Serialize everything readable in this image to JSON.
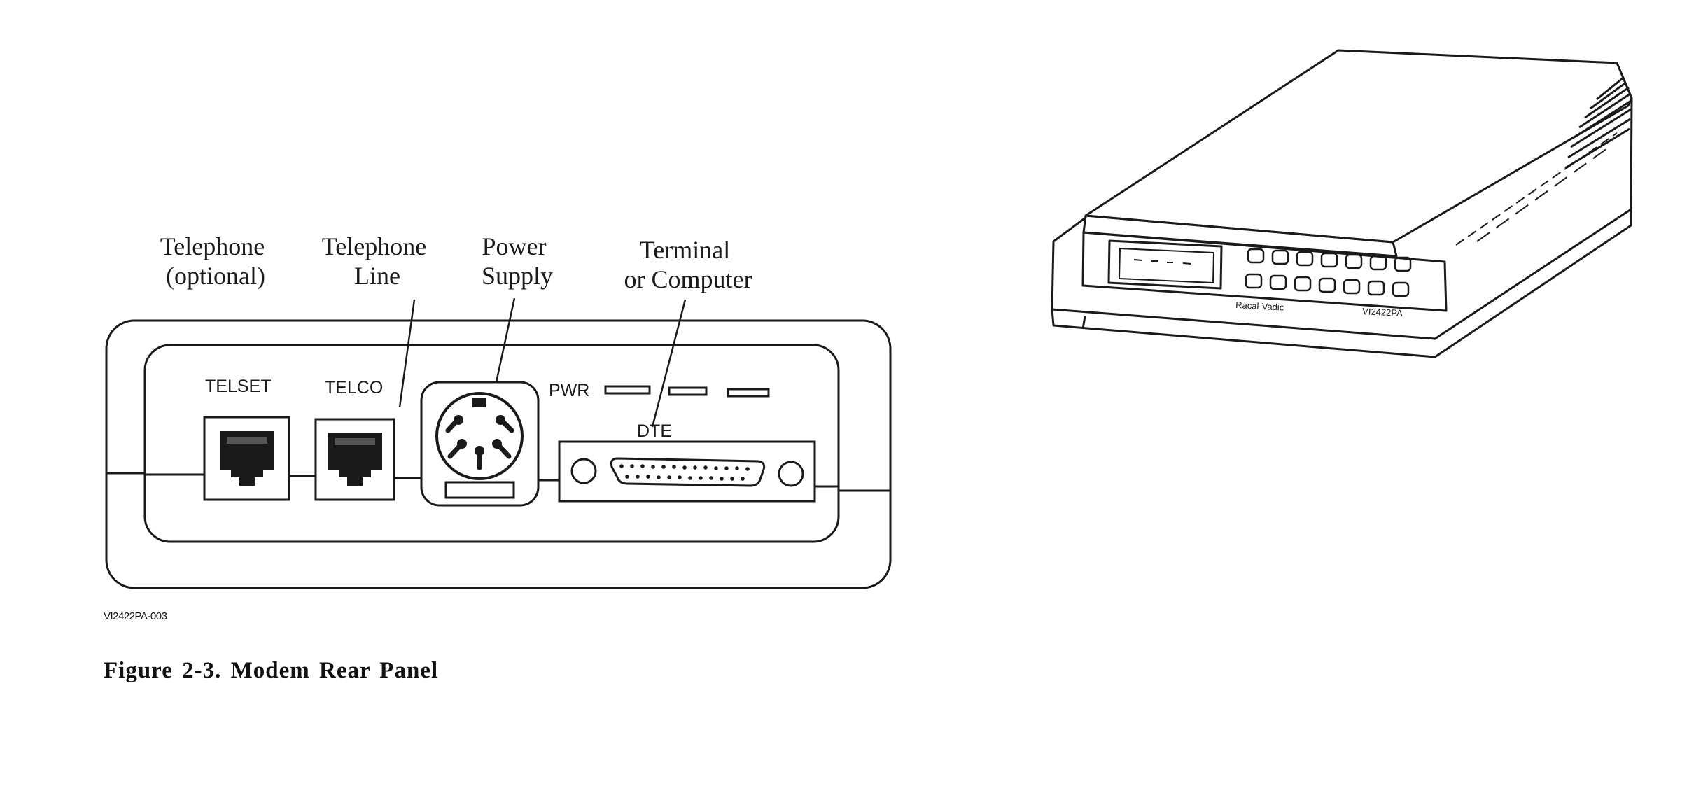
{
  "callouts": {
    "telephone_optional": [
      "Telephone",
      "(optional)"
    ],
    "telephone_line": [
      "Telephone",
      "Line"
    ],
    "power_supply": [
      "Power",
      "Supply"
    ],
    "terminal_computer": [
      "Terminal",
      "or Computer"
    ]
  },
  "panel": {
    "telset_label": "TELSET",
    "telco_label": "TELCO",
    "pwr_label": "PWR",
    "dte_label": "DTE"
  },
  "modem": {
    "brand_label": "Racal-Vadic",
    "model_label": "VI2422PA"
  },
  "figure": {
    "id_code": "VI2422PA-003",
    "caption": "Figure 2-3.  Modem Rear Panel"
  },
  "colors": {
    "ink": "#1a1a1a",
    "paper": "#ffffff"
  }
}
